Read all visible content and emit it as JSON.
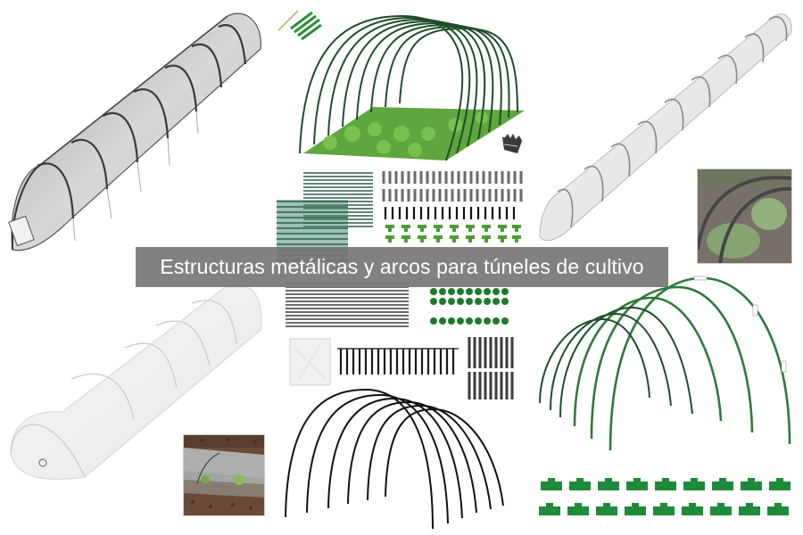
{
  "banner": {
    "title": "Estructuras metálicas y arcos para túneles de cultivo",
    "background": "#767676",
    "text_color": "#ffffff"
  },
  "gallery": {
    "images": [
      {
        "id": "net-tunnel-left",
        "label": "Túnel de malla negra con arcos"
      },
      {
        "id": "poly-tunnel-left",
        "label": "Túnel de plástico transparente",
        "inset": "Túnel sobre tierra con plantas"
      },
      {
        "id": "green-hoops-crop",
        "label": "Arcos verdes sobre cultivo de lechugas",
        "accessories": [
          "tubos verdes",
          "guante"
        ]
      },
      {
        "id": "kit-components",
        "label": "Kit de componentes: varillas, clips, piquetas, conectores"
      },
      {
        "id": "black-hoops",
        "label": "Arcos negros, lámina plástica, piquetas y conectores"
      },
      {
        "id": "net-tunnel-right",
        "label": "Túnel largo de malla blanca",
        "inset": "Malla sobre lechugas"
      },
      {
        "id": "green-hoops-clips",
        "label": "Arcos verdes con clips de sujeción"
      }
    ]
  },
  "colors": {
    "hoop_green": "#2e6b3a",
    "clip_green": "#1f8a3a",
    "hoop_black": "#1a1a1a",
    "net_gray": "#6b6b6b"
  }
}
